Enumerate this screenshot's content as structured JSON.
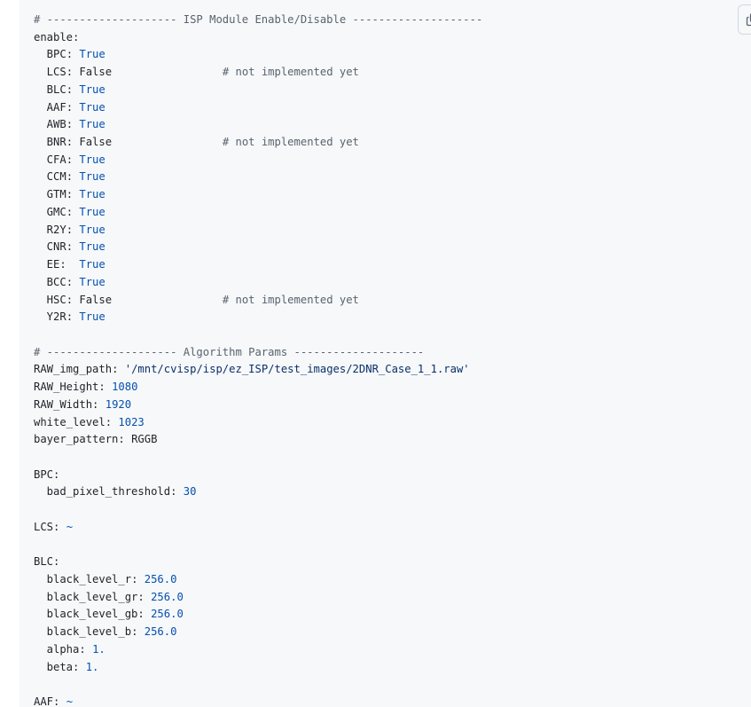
{
  "code_block": {
    "copy_button": {
      "icon": "copy-icon"
    },
    "lines": [
      {
        "tokens": [
          {
            "t": "# -------------------- ISP Module Enable/Disable --------------------",
            "c": "comment"
          }
        ]
      },
      {
        "tokens": [
          {
            "t": "enable",
            "c": "key"
          },
          {
            "t": ":",
            "c": "plain"
          }
        ]
      },
      {
        "tokens": [
          {
            "t": "  BPC",
            "c": "key"
          },
          {
            "t": ": ",
            "c": "plain"
          },
          {
            "t": "True",
            "c": "val"
          }
        ]
      },
      {
        "tokens": [
          {
            "t": "  LCS",
            "c": "key"
          },
          {
            "t": ": ",
            "c": "plain"
          },
          {
            "t": "False",
            "c": "plain"
          },
          {
            "t": "                 ",
            "c": "plain"
          },
          {
            "t": "# not implemented yet",
            "c": "comment"
          }
        ]
      },
      {
        "tokens": [
          {
            "t": "  BLC",
            "c": "key"
          },
          {
            "t": ": ",
            "c": "plain"
          },
          {
            "t": "True",
            "c": "val"
          }
        ]
      },
      {
        "tokens": [
          {
            "t": "  AAF",
            "c": "key"
          },
          {
            "t": ": ",
            "c": "plain"
          },
          {
            "t": "True",
            "c": "val"
          }
        ]
      },
      {
        "tokens": [
          {
            "t": "  AWB",
            "c": "key"
          },
          {
            "t": ": ",
            "c": "plain"
          },
          {
            "t": "True",
            "c": "val"
          }
        ]
      },
      {
        "tokens": [
          {
            "t": "  BNR",
            "c": "key"
          },
          {
            "t": ": ",
            "c": "plain"
          },
          {
            "t": "False",
            "c": "plain"
          },
          {
            "t": "                 ",
            "c": "plain"
          },
          {
            "t": "# not implemented yet",
            "c": "comment"
          }
        ]
      },
      {
        "tokens": [
          {
            "t": "  CFA",
            "c": "key"
          },
          {
            "t": ": ",
            "c": "plain"
          },
          {
            "t": "True",
            "c": "val"
          }
        ]
      },
      {
        "tokens": [
          {
            "t": "  CCM",
            "c": "key"
          },
          {
            "t": ": ",
            "c": "plain"
          },
          {
            "t": "True",
            "c": "val"
          }
        ]
      },
      {
        "tokens": [
          {
            "t": "  GTM",
            "c": "key"
          },
          {
            "t": ": ",
            "c": "plain"
          },
          {
            "t": "True",
            "c": "val"
          }
        ]
      },
      {
        "tokens": [
          {
            "t": "  GMC",
            "c": "key"
          },
          {
            "t": ": ",
            "c": "plain"
          },
          {
            "t": "True",
            "c": "val"
          }
        ]
      },
      {
        "tokens": [
          {
            "t": "  R2Y",
            "c": "key"
          },
          {
            "t": ": ",
            "c": "plain"
          },
          {
            "t": "True",
            "c": "val"
          }
        ]
      },
      {
        "tokens": [
          {
            "t": "  CNR",
            "c": "key"
          },
          {
            "t": ": ",
            "c": "plain"
          },
          {
            "t": "True",
            "c": "val"
          }
        ]
      },
      {
        "tokens": [
          {
            "t": "  EE",
            "c": "key"
          },
          {
            "t": ":  ",
            "c": "plain"
          },
          {
            "t": "True",
            "c": "val"
          }
        ]
      },
      {
        "tokens": [
          {
            "t": "  BCC",
            "c": "key"
          },
          {
            "t": ": ",
            "c": "plain"
          },
          {
            "t": "True",
            "c": "val"
          }
        ]
      },
      {
        "tokens": [
          {
            "t": "  HSC",
            "c": "key"
          },
          {
            "t": ": ",
            "c": "plain"
          },
          {
            "t": "False",
            "c": "plain"
          },
          {
            "t": "                 ",
            "c": "plain"
          },
          {
            "t": "# not implemented yet",
            "c": "comment"
          }
        ]
      },
      {
        "tokens": [
          {
            "t": "  Y2R",
            "c": "key"
          },
          {
            "t": ": ",
            "c": "plain"
          },
          {
            "t": "True",
            "c": "val"
          }
        ]
      },
      {
        "tokens": []
      },
      {
        "tokens": [
          {
            "t": "# -------------------- Algorithm Params --------------------",
            "c": "comment"
          }
        ]
      },
      {
        "tokens": [
          {
            "t": "RAW_img_path",
            "c": "key"
          },
          {
            "t": ": ",
            "c": "plain"
          },
          {
            "t": "'/mnt/cvisp/isp/ez_ISP/test_images/2DNR_Case_1_1.raw'",
            "c": "str"
          }
        ]
      },
      {
        "tokens": [
          {
            "t": "RAW_Height",
            "c": "key"
          },
          {
            "t": ": ",
            "c": "plain"
          },
          {
            "t": "1080",
            "c": "val"
          }
        ]
      },
      {
        "tokens": [
          {
            "t": "RAW_Width",
            "c": "key"
          },
          {
            "t": ": ",
            "c": "plain"
          },
          {
            "t": "1920",
            "c": "val"
          }
        ]
      },
      {
        "tokens": [
          {
            "t": "white_level",
            "c": "key"
          },
          {
            "t": ": ",
            "c": "plain"
          },
          {
            "t": "1023",
            "c": "val"
          }
        ]
      },
      {
        "tokens": [
          {
            "t": "bayer_pattern",
            "c": "key"
          },
          {
            "t": ": ",
            "c": "plain"
          },
          {
            "t": "RGGB",
            "c": "plain"
          }
        ]
      },
      {
        "tokens": []
      },
      {
        "tokens": [
          {
            "t": "BPC",
            "c": "key"
          },
          {
            "t": ":",
            "c": "plain"
          }
        ]
      },
      {
        "tokens": [
          {
            "t": "  bad_pixel_threshold",
            "c": "key"
          },
          {
            "t": ": ",
            "c": "plain"
          },
          {
            "t": "30",
            "c": "val"
          }
        ]
      },
      {
        "tokens": []
      },
      {
        "tokens": [
          {
            "t": "LCS",
            "c": "key"
          },
          {
            "t": ": ",
            "c": "plain"
          },
          {
            "t": "~",
            "c": "val"
          }
        ]
      },
      {
        "tokens": []
      },
      {
        "tokens": [
          {
            "t": "BLC",
            "c": "key"
          },
          {
            "t": ":",
            "c": "plain"
          }
        ]
      },
      {
        "tokens": [
          {
            "t": "  black_level_r",
            "c": "key"
          },
          {
            "t": ": ",
            "c": "plain"
          },
          {
            "t": "256.0",
            "c": "val"
          }
        ]
      },
      {
        "tokens": [
          {
            "t": "  black_level_gr",
            "c": "key"
          },
          {
            "t": ": ",
            "c": "plain"
          },
          {
            "t": "256.0",
            "c": "val"
          }
        ]
      },
      {
        "tokens": [
          {
            "t": "  black_level_gb",
            "c": "key"
          },
          {
            "t": ": ",
            "c": "plain"
          },
          {
            "t": "256.0",
            "c": "val"
          }
        ]
      },
      {
        "tokens": [
          {
            "t": "  black_level_b",
            "c": "key"
          },
          {
            "t": ": ",
            "c": "plain"
          },
          {
            "t": "256.0",
            "c": "val"
          }
        ]
      },
      {
        "tokens": [
          {
            "t": "  alpha",
            "c": "key"
          },
          {
            "t": ": ",
            "c": "plain"
          },
          {
            "t": "1.",
            "c": "val"
          }
        ]
      },
      {
        "tokens": [
          {
            "t": "  beta",
            "c": "key"
          },
          {
            "t": ": ",
            "c": "plain"
          },
          {
            "t": "1.",
            "c": "val"
          }
        ]
      },
      {
        "tokens": []
      },
      {
        "tokens": [
          {
            "t": "AAF",
            "c": "key"
          },
          {
            "t": ": ",
            "c": "plain"
          },
          {
            "t": "~",
            "c": "val"
          }
        ]
      }
    ]
  }
}
